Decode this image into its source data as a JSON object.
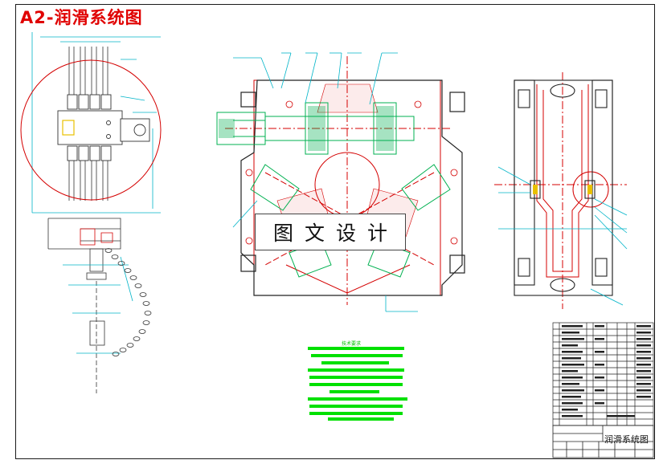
{
  "drawing": {
    "title": "A2-润滑系统图",
    "watermark": "图文设计",
    "title_block_name": "润滑系统图",
    "tech_requirements_title": "技术要求"
  },
  "colors": {
    "frame": "#1a1a1a",
    "title": "#e00000",
    "outline_red": "#d40000",
    "dim_cyan": "#00b4c8",
    "part_green": "#00b050",
    "text_green": "#00e000",
    "body_black": "#222222"
  }
}
